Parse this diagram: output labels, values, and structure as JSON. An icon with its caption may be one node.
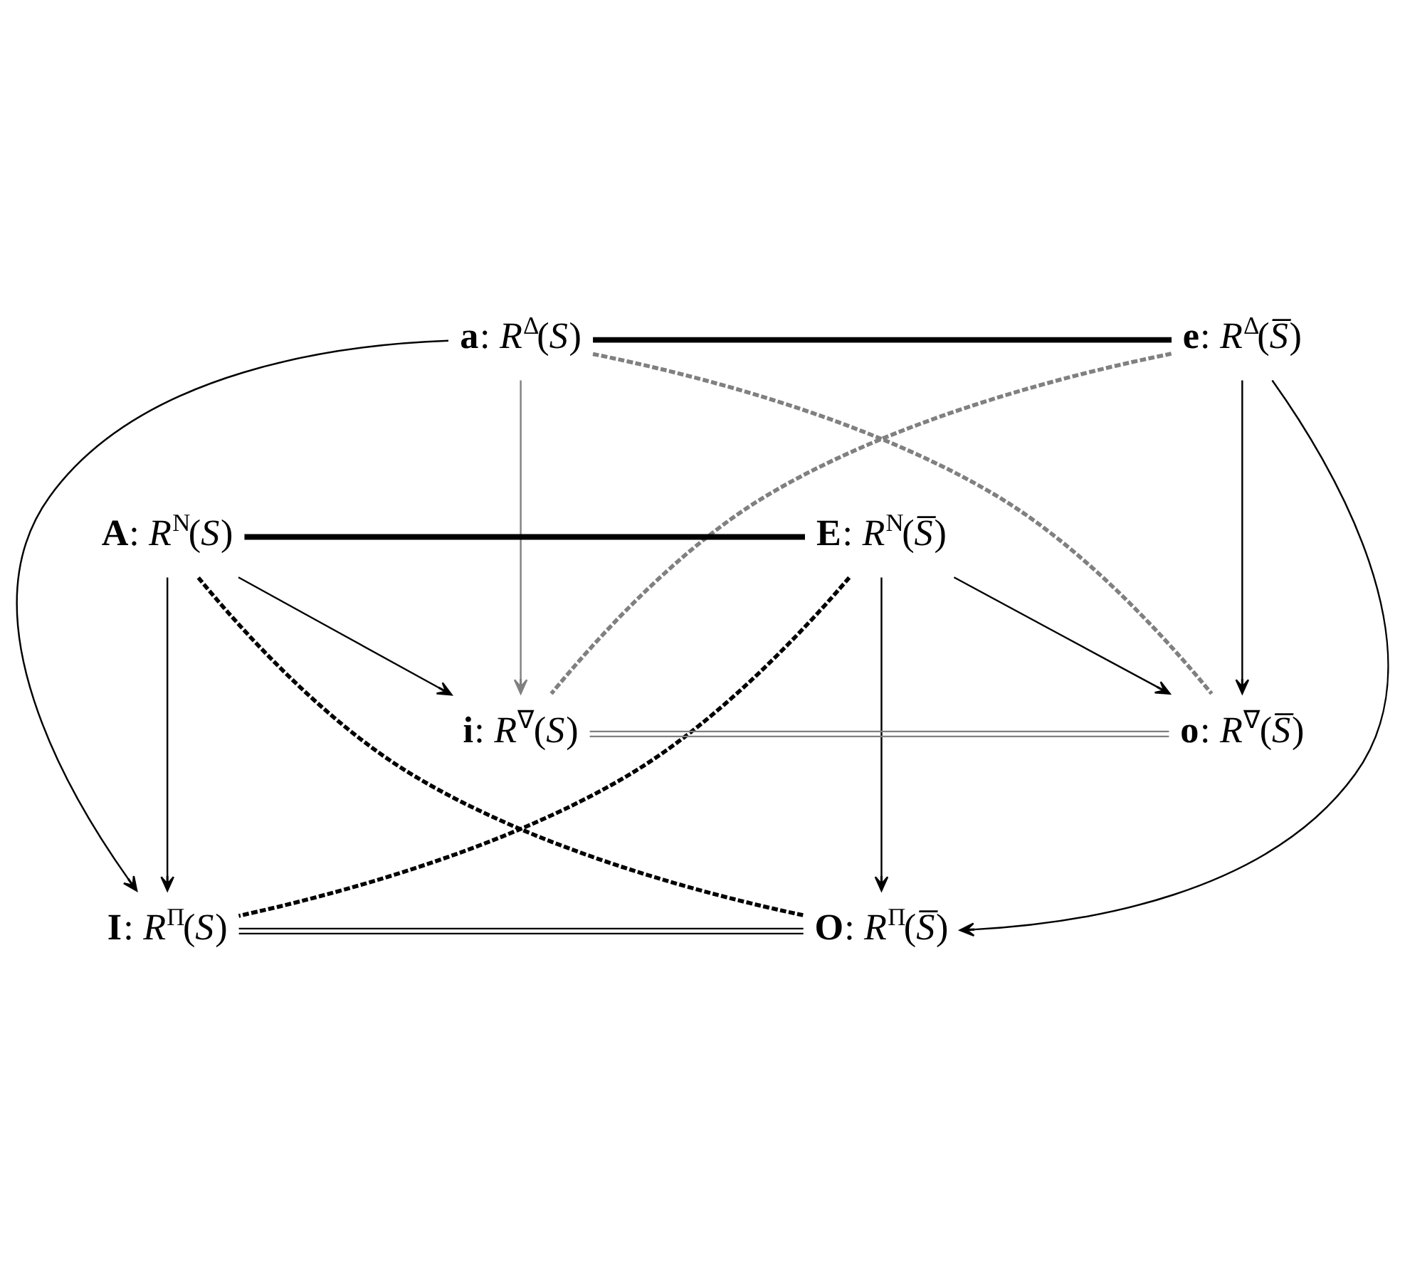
{
  "diagram": {
    "nodes": [
      {
        "text": [
          "**a**: *R*$^{Δ}$(*S*)"
        ]
      },
      {
        "text": [
          "**e**: *R*$^{Δ}$(*S̅*)"
        ]
      },
      {
        "text": [
          "**A**: *R*$^{N}$(*S*)"
        ]
      },
      {
        "text": [
          "**E**: *R*$^{N}$(*S̅*)"
        ]
      },
      {
        "text": [
          "**i**: *R*$^{∇}$(*S*)"
        ]
      },
      {
        "text": [
          "**o**: *R*$^{∇}$(*S̅*)"
        ]
      },
      {
        "text": [
          "**I**: *R*$^{Π}$(*S*)"
        ]
      },
      {
        "text": [
          "**O**: *R*$^{Π}$(*S̅*)"
        ]
      }
    ],
    "edges": [
      {
        "from": 0,
        "to": 1,
        "arrow": "none",
        "style": "thick"
      },
      {
        "from": 2,
        "to": 3,
        "arrow": "none",
        "style": "thick"
      },
      {
        "from": 4,
        "to": 5,
        "arrow": "none",
        "color": "#808080"
      },
      {
        "from": 6,
        "to": 7,
        "arrow": "none"
      },
      {
        "from": 0,
        "to": 4,
        "arrow": "to",
        "color": "#808080"
      },
      {
        "from": 0,
        "to": 6,
        "arrow": "to"
      },
      {
        "from": 1,
        "to": 5,
        "arrow": "to"
      },
      {
        "from": 1,
        "to": 7,
        "arrow": "to"
      },
      {
        "from": 2,
        "to": 6,
        "arrow": "to"
      },
      {
        "from": 2,
        "to": 4,
        "arrow": "to"
      },
      {
        "from": 3,
        "to": 7,
        "arrow": "to"
      },
      {
        "from": 3,
        "to": 5,
        "arrow": "to"
      },
      {
        "from": 0,
        "to": 5,
        "arrow": "none",
        "style": "dashed",
        "color": "#808080"
      },
      {
        "from": 1,
        "to": 4,
        "arrow": "none",
        "style": "dashed",
        "color": "#808080"
      },
      {
        "from": 2,
        "to": 7,
        "arrow": "none",
        "style": "dashed"
      },
      {
        "from": 3,
        "to": 6,
        "arrow": "none",
        "style": "dashed"
      }
    ]
  }
}
